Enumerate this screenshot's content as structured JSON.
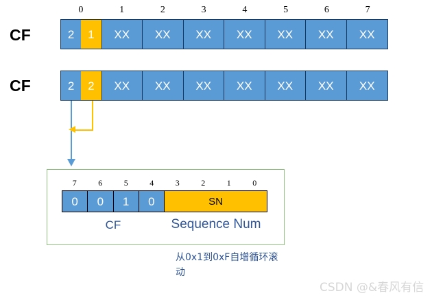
{
  "colors": {
    "blue_cell": "#5B9BD5",
    "amber_cell": "#FFC000",
    "cell_border": "#17375E",
    "panel_border": "#8DC07F",
    "label_blue": "#2E5496",
    "watermark": "#D6D6D6"
  },
  "rows": [
    {
      "label": "CF",
      "indices": [
        "0",
        "1",
        "2",
        "3",
        "4",
        "5",
        "6",
        "7"
      ],
      "first_cell": {
        "left_value": "2",
        "right_value": "1"
      },
      "cells": [
        "XX",
        "XX",
        "XX",
        "XX",
        "XX",
        "XX",
        "XX"
      ]
    },
    {
      "label": "CF",
      "indices": [
        "0",
        "1",
        "2",
        "3",
        "4",
        "5",
        "6",
        "7"
      ],
      "first_cell": {
        "left_value": "2",
        "right_value": "2"
      },
      "cells": [
        "XX",
        "XX",
        "XX",
        "XX",
        "XX",
        "XX",
        "XX"
      ]
    }
  ],
  "detail": {
    "bit_indices": [
      "7",
      "6",
      "5",
      "4",
      "3",
      "2",
      "1",
      "0"
    ],
    "cf_bits": [
      "0",
      "0",
      "1",
      "0"
    ],
    "sn_label": "SN",
    "caption_cf": "CF",
    "caption_sn": "Sequence Num"
  },
  "note": "从0x1到0xF自增循环滚动",
  "watermark": "CSDN @&春风有信"
}
